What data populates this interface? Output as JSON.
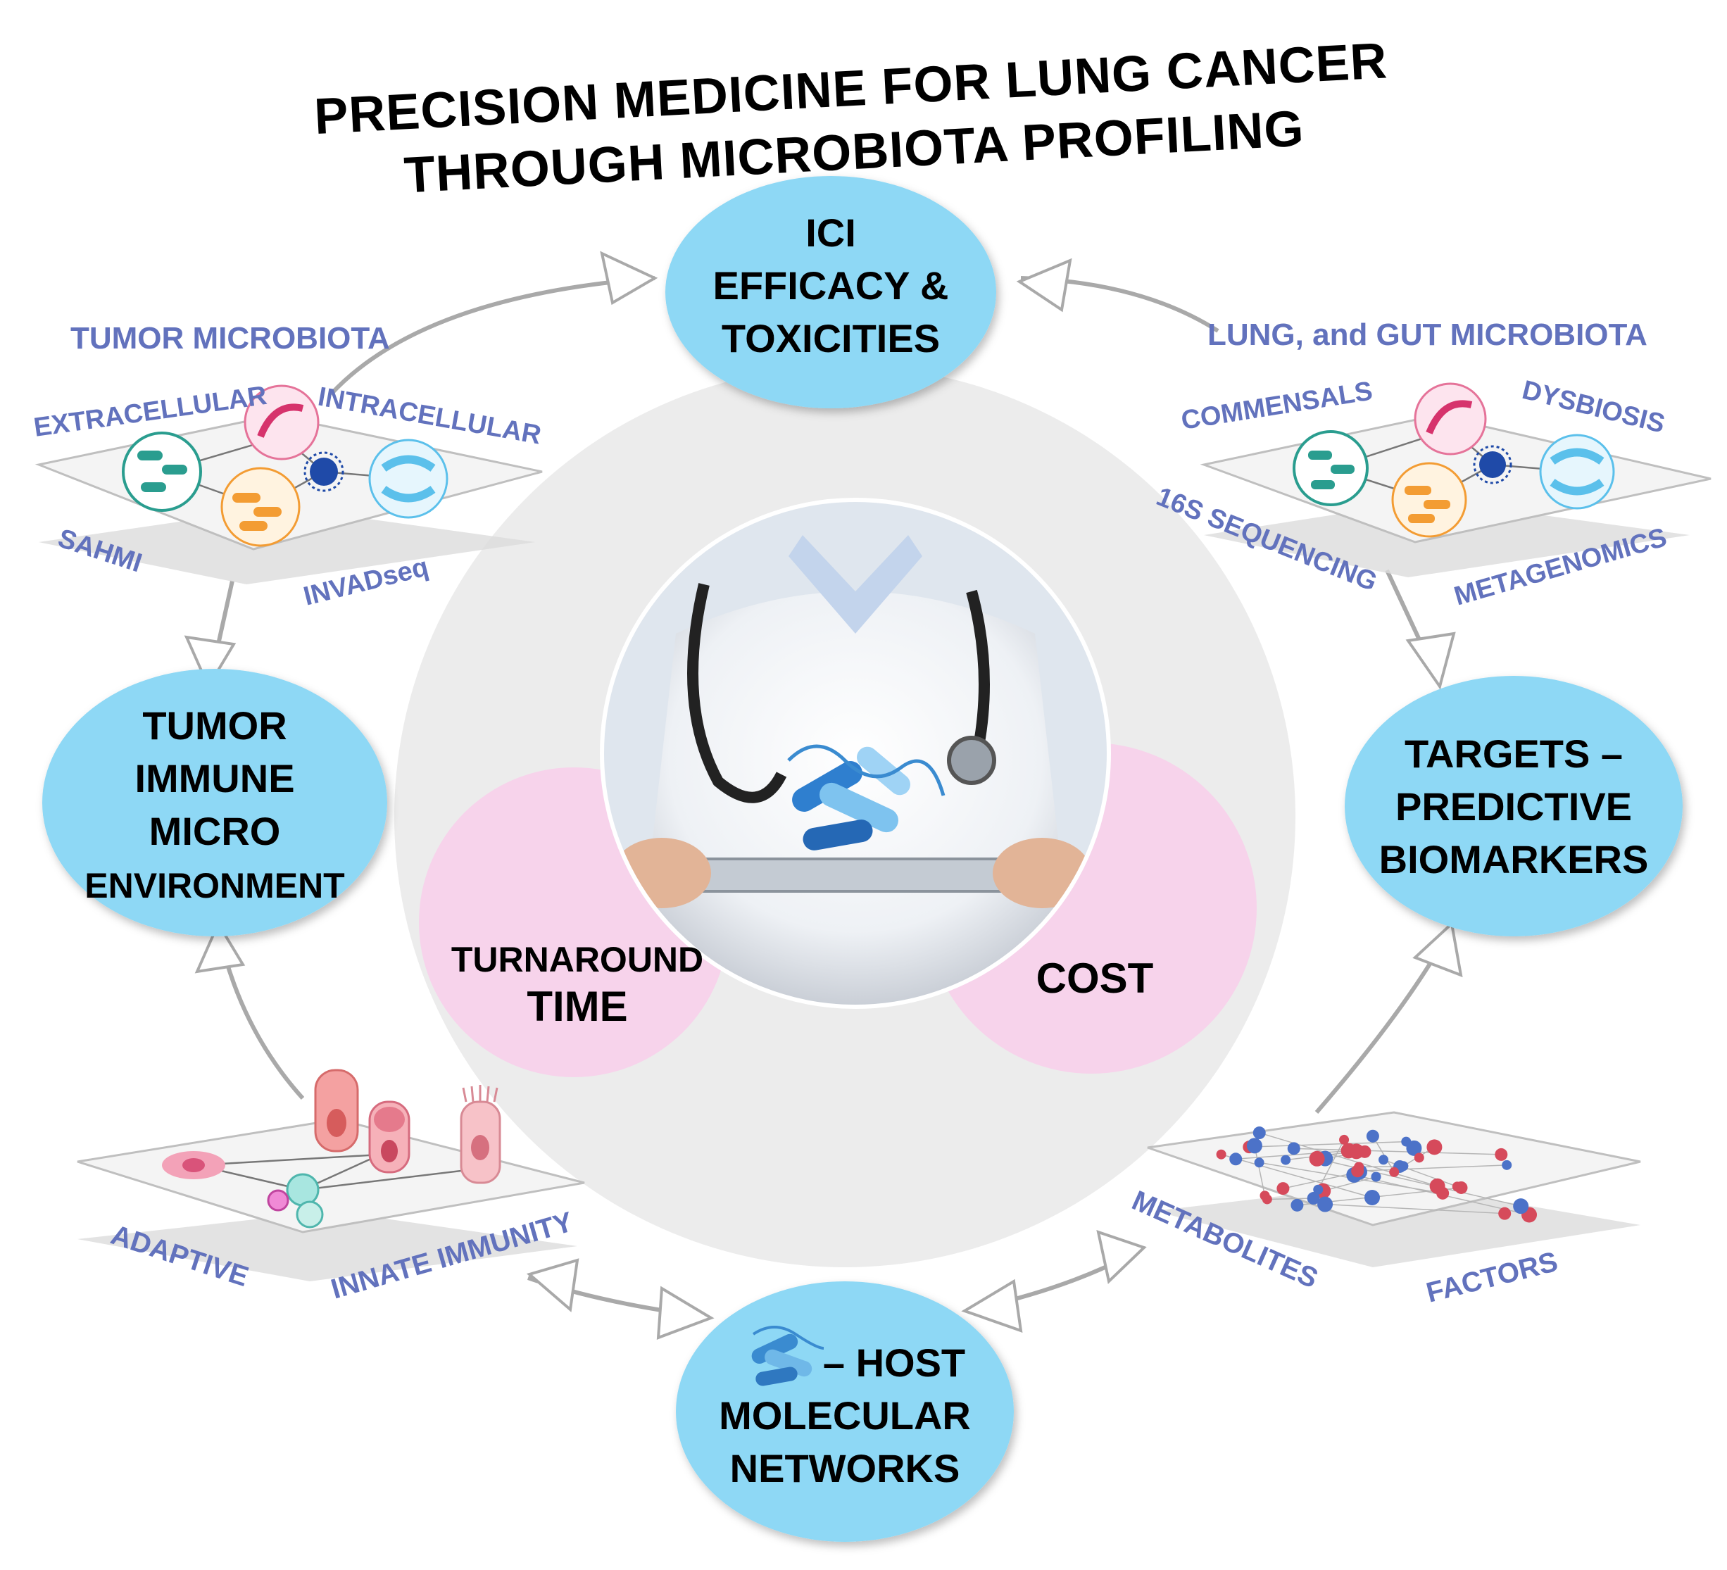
{
  "title": {
    "line1": "PRECISION MEDICINE FOR LUNG CANCER",
    "line2": "THROUGH MICROBIOTA PROFILING"
  },
  "nodes": {
    "ici": {
      "lines": [
        "ICI",
        "EFFICACY &",
        "TOXICITIES"
      ]
    },
    "targets": {
      "lines": [
        "TARGETS –",
        "PREDICTIVE",
        "BIOMARKERS"
      ]
    },
    "tumor_immune": {
      "lines": [
        "TUMOR",
        "IMMUNE",
        "MICRO",
        "ENVIRONMENT"
      ]
    },
    "host": {
      "lines": [
        "– HOST",
        "MOLECULAR",
        "NETWORKS"
      ]
    }
  },
  "center": {
    "turnaround": [
      "TURNAROUND",
      "TIME"
    ],
    "cost": "COST"
  },
  "panels": {
    "tumor_microbiota": {
      "heading": "TUMOR MICROBIOTA",
      "extracellular": "EXTRACELLULAR",
      "intracellular": "INTRACELLULAR",
      "sahmi": "SAHMI",
      "invadseq": "INVADseq"
    },
    "lung_gut": {
      "heading": "LUNG, and GUT MICROBIOTA",
      "commensals": "COMMENSALS",
      "dysbiosis": "DYSBIOSIS",
      "seq16s": "16S SEQUENCING",
      "metagenomics": "METAGENOMICS"
    },
    "immunity": {
      "adaptive": "ADAPTIVE",
      "innate": "INNATE IMMUNITY"
    },
    "metabolites": {
      "metabolites": "METABOLITES",
      "factors": "FACTORS"
    }
  },
  "colors": {
    "node_fill": "#8ed8f5",
    "pink_fill": "#f7d3eb",
    "label_blue": "#6272bd",
    "center_gray": "#ececec",
    "arrow_gray": "#a6a6a6"
  }
}
